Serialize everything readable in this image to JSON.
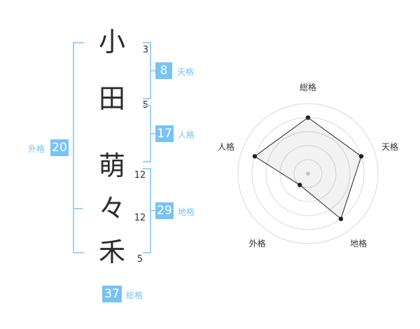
{
  "name": {
    "chars": [
      {
        "char": "小",
        "strokes": "3"
      },
      {
        "char": "田",
        "strokes": "5"
      },
      {
        "char": "萌",
        "strokes": "12"
      },
      {
        "char": "々",
        "strokes": "12"
      },
      {
        "char": "禾",
        "strokes": "5"
      }
    ]
  },
  "kaku": {
    "tenkaku": {
      "value": "8",
      "label": "天格"
    },
    "jinkaku": {
      "value": "17",
      "label": "人格"
    },
    "chikaku": {
      "value": "29",
      "label": "地格"
    },
    "gaikaku": {
      "value": "20",
      "label": "外格"
    },
    "soukaku": {
      "value": "37",
      "label": "総格"
    }
  },
  "chart_data": {
    "type": "radar",
    "axes": [
      "総格",
      "天格",
      "地格",
      "外格",
      "人格"
    ],
    "values": [
      4,
      4,
      4,
      1,
      4
    ],
    "max": 5,
    "rings": 5
  },
  "colors": {
    "accent": "#79c2f3",
    "bracket": "#9fd2f6",
    "text": "#2b2b2b"
  }
}
